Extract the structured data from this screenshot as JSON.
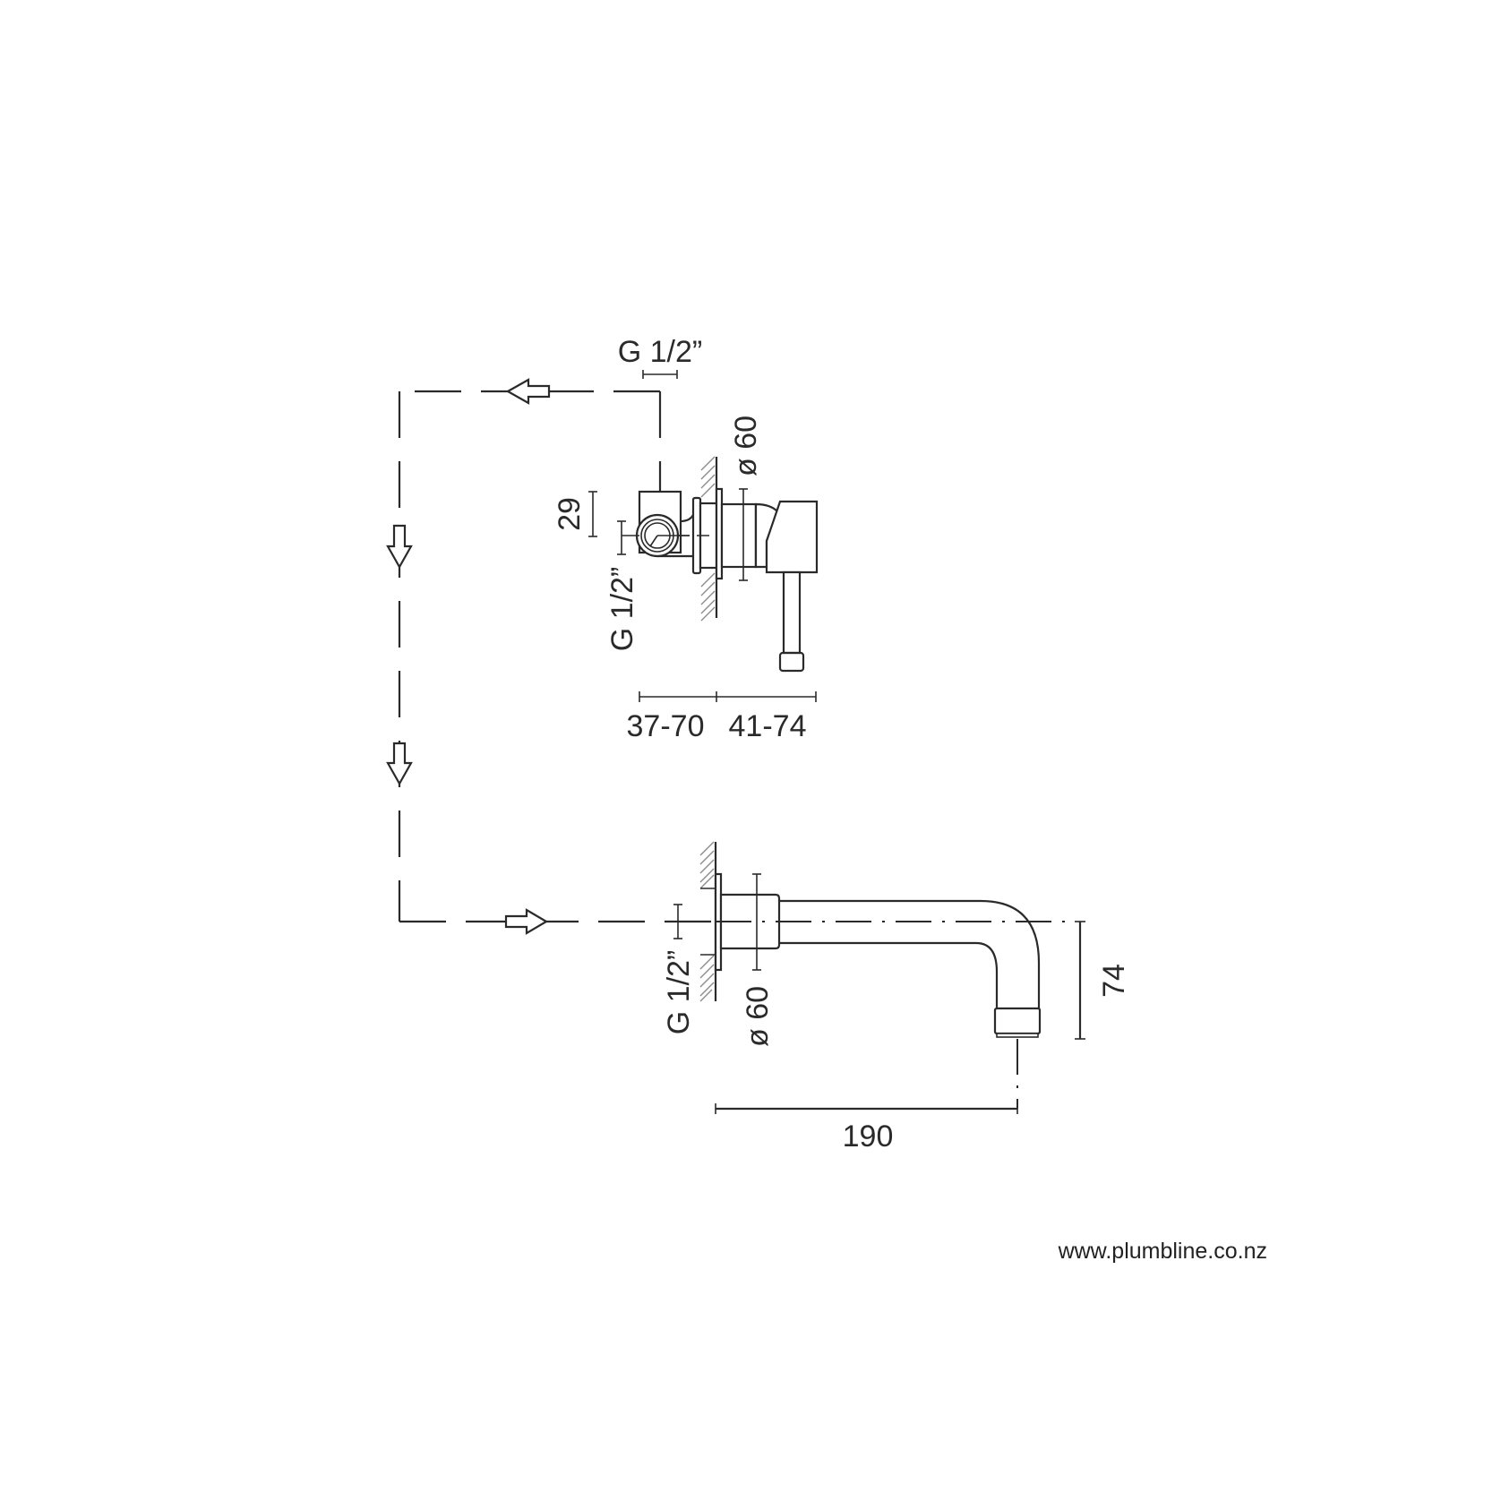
{
  "drawing": {
    "title": "Wall mixer and spout installation diagram",
    "colors": {
      "line": "#2a2a2a",
      "hatch": "#8a8a8a",
      "background": "#ffffff"
    },
    "mixer": {
      "labels": {
        "top_inlet": "G 1/2”",
        "diameter": "ø 60",
        "height_29": "29",
        "side_inlet": "G 1/2”",
        "depth_left": "37-70",
        "depth_right": "41-74"
      }
    },
    "spout": {
      "labels": {
        "inlet": "G 1/2”",
        "diameter": "ø 60",
        "drop": "74",
        "projection": "190"
      }
    },
    "flow_arrows": [
      {
        "direction": "left"
      },
      {
        "direction": "down"
      },
      {
        "direction": "down"
      },
      {
        "direction": "right"
      }
    ]
  },
  "footer": {
    "website": "www.plumbline.co.nz"
  }
}
